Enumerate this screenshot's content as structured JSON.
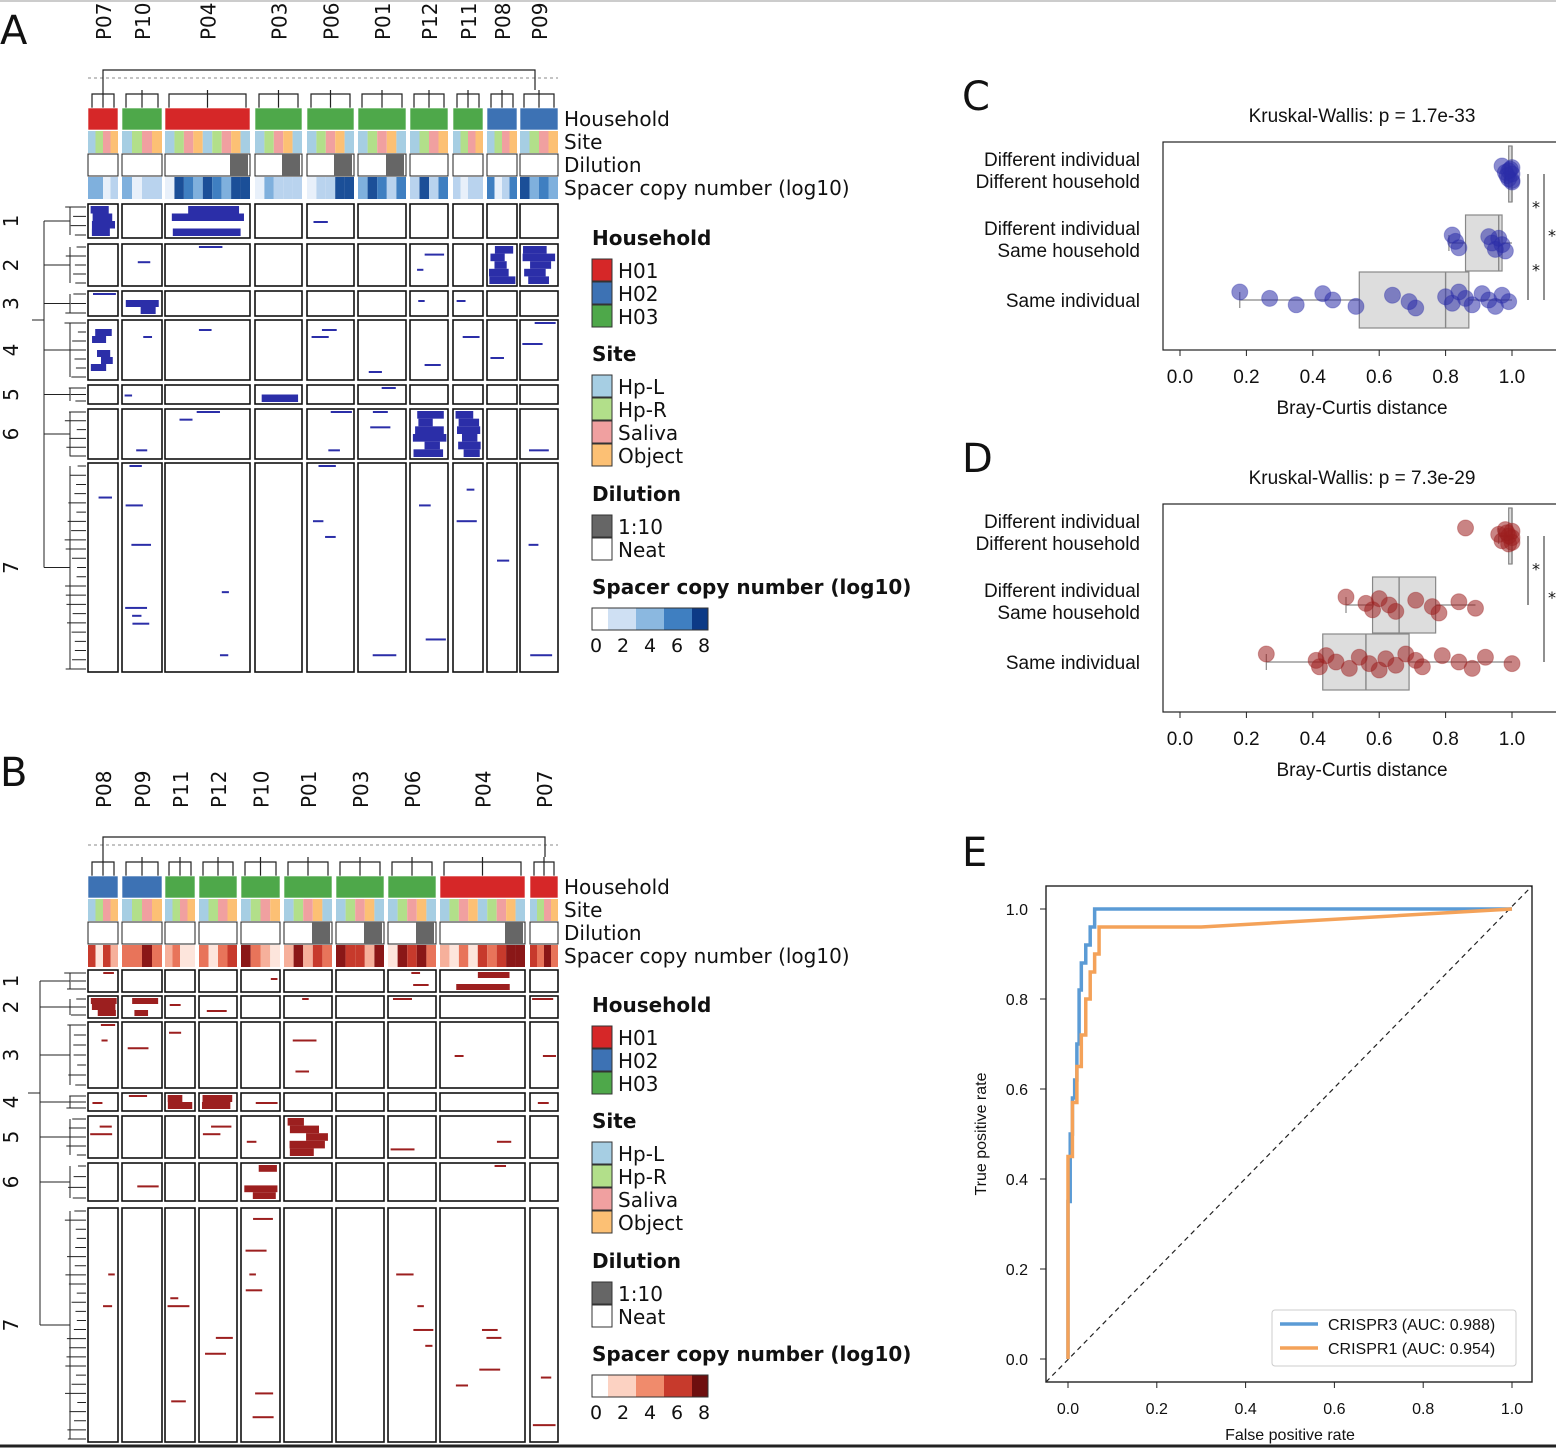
{
  "colors": {
    "H01": "#d62728",
    "H02": "#3d72b4",
    "H03": "#4ea84a",
    "hp_l": "#a6cee3",
    "hp_r": "#b2df8a",
    "saliva": "#f0a0a0",
    "object": "#fcc074",
    "dil_110": "#666666",
    "dil_neat": "#ffffff",
    "blue_heat": "#2b2ea8",
    "red_heat": "#9c1f1f",
    "box": "#dddddd",
    "crispr3": "#5b9bd5",
    "crispr1": "#f4a259"
  },
  "panels": {
    "A": {
      "panel_label": "A",
      "patients": [
        "P07",
        "P10",
        "P04",
        "P03",
        "P06",
        "P01",
        "P12",
        "P11",
        "P08",
        "P09"
      ],
      "households": [
        "H01",
        "H03",
        "H01",
        "H03",
        "H03",
        "H03",
        "H03",
        "H03",
        "H02",
        "H02"
      ],
      "clusters": [
        "1",
        "2",
        "3",
        "4",
        "5",
        "6",
        "7"
      ],
      "row_labels": [
        "Household",
        "Site",
        "Dilution",
        "Spacer copy number (log10)"
      ],
      "scale": "blue"
    },
    "B": {
      "panel_label": "B",
      "patients": [
        "P08",
        "P09",
        "P11",
        "P12",
        "P10",
        "P01",
        "P03",
        "P06",
        "P04",
        "P07"
      ],
      "households": [
        "H02",
        "H02",
        "H03",
        "H03",
        "H03",
        "H03",
        "H03",
        "H03",
        "H01",
        "H01"
      ],
      "clusters": [
        "1",
        "2",
        "3",
        "4",
        "5",
        "6",
        "7"
      ],
      "row_labels": [
        "Household",
        "Site",
        "Dilution",
        "Spacer copy number (log10)"
      ],
      "scale": "red"
    }
  },
  "legend": {
    "household_title": "Household",
    "household_items": [
      "H01",
      "H02",
      "H03"
    ],
    "site_title": "Site",
    "site_items": [
      "Hp-L",
      "Hp-R",
      "Saliva",
      "Object"
    ],
    "dilution_title": "Dilution",
    "dilution_items": [
      "1:10",
      "Neat"
    ],
    "spacer_title": "Spacer copy number (log10)",
    "spacer_ticks": [
      "0",
      "2",
      "4",
      "6",
      "8"
    ]
  },
  "chart_data": [
    {
      "panel_label": "C",
      "type": "box",
      "title": "Kruskal-Wallis: p = 1.7e-33",
      "xlabel": "Bray-Curtis distance",
      "xlim": [
        0.0,
        1.0
      ],
      "xticks": [
        "0.0",
        "0.2",
        "0.4",
        "0.6",
        "0.8",
        "1.0"
      ],
      "categories": [
        "Different individual Different household",
        "Different individual Same household",
        "Same individual"
      ],
      "category_lines": [
        [
          "Different individual",
          "Different household"
        ],
        [
          "Different individual",
          "Same household"
        ],
        [
          "Same individual"
        ]
      ],
      "boxes": [
        {
          "q1": 0.99,
          "median": 1.0,
          "q3": 1.0,
          "whisker_lo": 0.98,
          "whisker_hi": 1.0
        },
        {
          "q1": 0.86,
          "median": 0.96,
          "q3": 0.97,
          "whisker_lo": 0.81,
          "whisker_hi": 1.0
        },
        {
          "q1": 0.54,
          "median": 0.8,
          "q3": 0.87,
          "whisker_lo": 0.18,
          "whisker_hi": 1.0
        }
      ],
      "points": [
        [
          0.97,
          0.98,
          0.99,
          1.0,
          1.0,
          1.0,
          0.995,
          0.985,
          1.0,
          0.99
        ],
        [
          0.82,
          0.83,
          0.84,
          0.93,
          0.94,
          0.95,
          0.96,
          0.97,
          0.98
        ],
        [
          0.18,
          0.27,
          0.35,
          0.43,
          0.46,
          0.53,
          0.64,
          0.69,
          0.71,
          0.8,
          0.82,
          0.84,
          0.86,
          0.88,
          0.91,
          0.93,
          0.95,
          0.97,
          0.99
        ]
      ],
      "significance": [
        "*",
        "*",
        "*"
      ],
      "point_color": "#2b2ea8"
    },
    {
      "panel_label": "D",
      "type": "box",
      "title": "Kruskal-Wallis: p = 7.3e-29",
      "xlabel": "Bray-Curtis distance",
      "xlim": [
        0.0,
        1.0
      ],
      "xticks": [
        "0.0",
        "0.2",
        "0.4",
        "0.6",
        "0.8",
        "1.0"
      ],
      "categories": [
        "Different individual Different household",
        "Different individual Same household",
        "Same individual"
      ],
      "category_lines": [
        [
          "Different individual",
          "Different household"
        ],
        [
          "Different individual",
          "Same household"
        ],
        [
          "Same individual"
        ]
      ],
      "boxes": [
        {
          "q1": 0.99,
          "median": 1.0,
          "q3": 1.0,
          "whisker_lo": 0.96,
          "whisker_hi": 1.0
        },
        {
          "q1": 0.58,
          "median": 0.66,
          "q3": 0.77,
          "whisker_lo": 0.5,
          "whisker_hi": 0.89
        },
        {
          "q1": 0.43,
          "median": 0.56,
          "q3": 0.69,
          "whisker_lo": 0.26,
          "whisker_hi": 1.0
        }
      ],
      "points": [
        [
          0.86,
          0.96,
          0.97,
          0.98,
          0.99,
          1.0,
          1.0,
          1.0,
          0.99,
          0.985
        ],
        [
          0.5,
          0.56,
          0.58,
          0.6,
          0.63,
          0.65,
          0.71,
          0.76,
          0.78,
          0.84,
          0.89
        ],
        [
          0.26,
          0.41,
          0.42,
          0.44,
          0.47,
          0.51,
          0.54,
          0.57,
          0.6,
          0.62,
          0.65,
          0.68,
          0.71,
          0.73,
          0.79,
          0.84,
          0.88,
          0.92,
          1.0
        ]
      ],
      "significance": [
        "*",
        "*"
      ],
      "point_color": "#9c1f1f"
    },
    {
      "panel_label": "E",
      "type": "line",
      "xlabel": "False positive rate",
      "ylabel": "True positive rate",
      "xlim": [
        0.0,
        1.0
      ],
      "ylim": [
        0.0,
        1.0
      ],
      "xticks": [
        "0.0",
        "0.2",
        "0.4",
        "0.6",
        "0.8",
        "1.0"
      ],
      "yticks": [
        "0.0",
        "0.2",
        "0.4",
        "0.6",
        "0.8",
        "1.0"
      ],
      "series": [
        {
          "name": "CRISPR3 (AUC: 0.988)",
          "color": "#5b9bd5",
          "x": [
            0.0,
            0.0,
            0.005,
            0.005,
            0.01,
            0.01,
            0.015,
            0.015,
            0.02,
            0.02,
            0.025,
            0.025,
            0.03,
            0.03,
            0.04,
            0.04,
            0.05,
            0.05,
            0.06,
            0.06,
            0.15,
            1.0
          ],
          "y": [
            0.0,
            0.35,
            0.35,
            0.5,
            0.5,
            0.58,
            0.58,
            0.62,
            0.62,
            0.7,
            0.7,
            0.82,
            0.82,
            0.88,
            0.88,
            0.92,
            0.92,
            0.96,
            0.96,
            1.0,
            1.0,
            1.0
          ]
        },
        {
          "name": "CRISPR1 (AUC: 0.954)",
          "color": "#f4a259",
          "x": [
            0.0,
            0.0,
            0.01,
            0.01,
            0.02,
            0.02,
            0.03,
            0.03,
            0.04,
            0.04,
            0.05,
            0.05,
            0.06,
            0.06,
            0.07,
            0.07,
            0.3,
            1.0
          ],
          "y": [
            0.0,
            0.45,
            0.45,
            0.57,
            0.57,
            0.65,
            0.65,
            0.72,
            0.72,
            0.8,
            0.8,
            0.86,
            0.86,
            0.9,
            0.9,
            0.96,
            0.96,
            1.0
          ]
        }
      ],
      "legend_position": "bottom-right"
    }
  ]
}
